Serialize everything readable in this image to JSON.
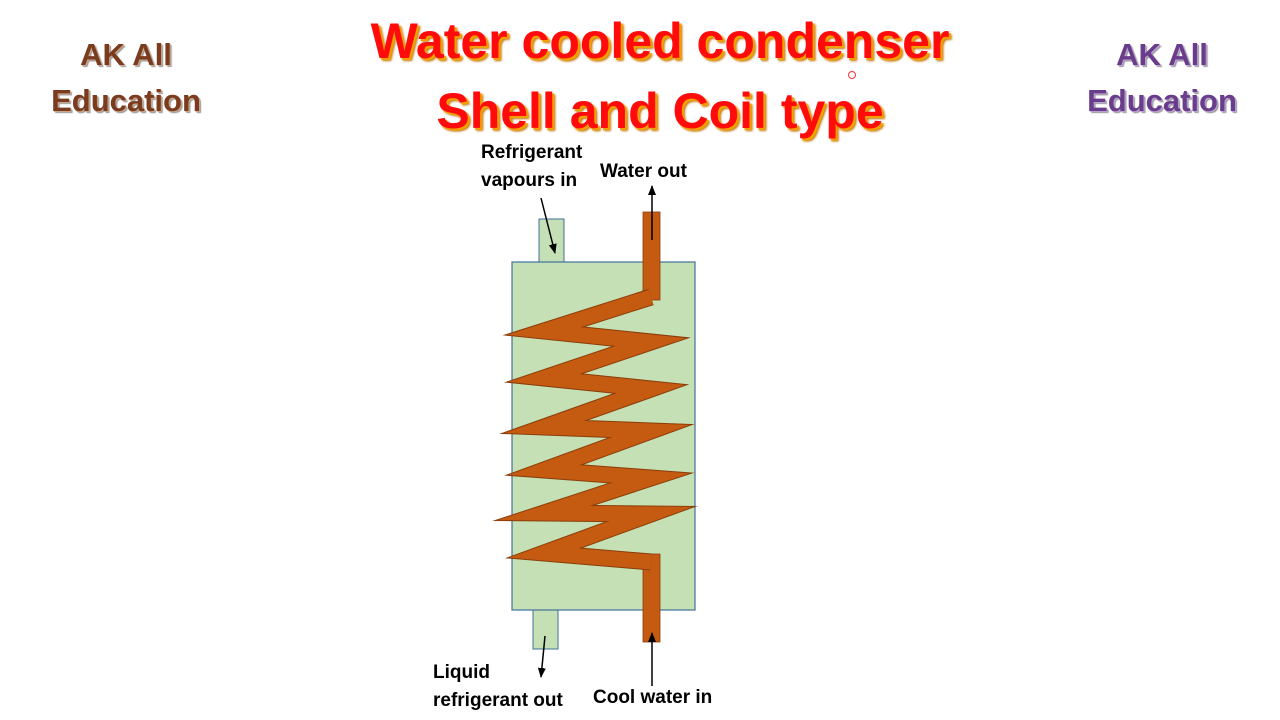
{
  "branding": {
    "left": {
      "line1": "AK All",
      "line2": "Education"
    },
    "right": {
      "line1": "AK All",
      "line2": "Education"
    }
  },
  "title": {
    "line1": "Water cooled condenser",
    "line2": "Shell and Coil type"
  },
  "labels": {
    "refrigerant_in": {
      "line1": "Refrigerant",
      "line2": "vapours in"
    },
    "water_out": "Water out",
    "liquid_out": {
      "line1": "Liquid",
      "line2": "refrigerant out"
    },
    "cool_water_in": "Cool water in"
  },
  "colors": {
    "title": "#ff0b0b",
    "title_shadow": "#f2a000",
    "brand_left": "#7b3b1e",
    "brand_right": "#6a3d8c",
    "shell_fill": "#c5e0b4",
    "shell_stroke": "#41719c",
    "coil": "#c55a11"
  }
}
